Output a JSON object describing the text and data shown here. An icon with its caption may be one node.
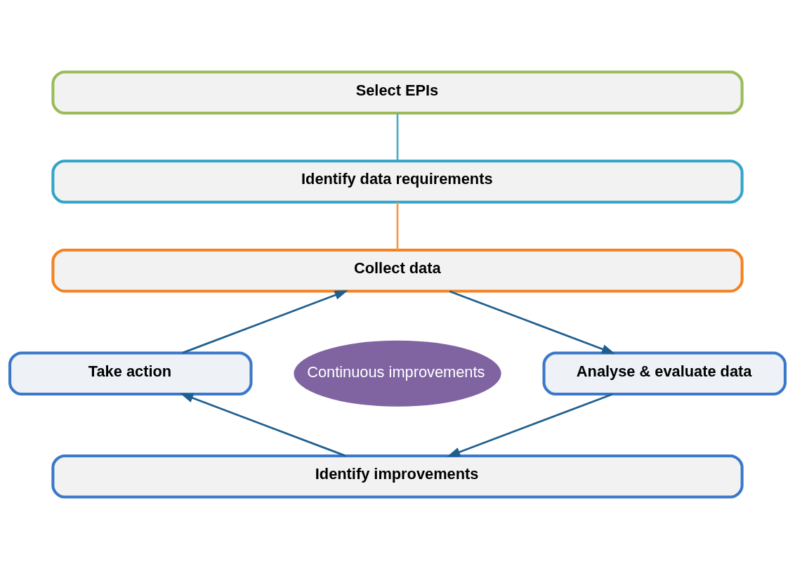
{
  "diagram": {
    "nodes": [
      {
        "text": [
          "Select EPIs"
        ]
      },
      {
        "text": [
          "Identify data requirements"
        ]
      },
      {
        "text": [
          "Collect data"
        ]
      },
      {
        "text": [
          "Take action"
        ]
      },
      {
        "text": [
          "Continuous improvements"
        ]
      },
      {
        "text": [
          "Analyse & evaluate data"
        ]
      },
      {
        "text": [
          "Identify improvements"
        ]
      }
    ],
    "edges": [
      {
        "from": 0,
        "to": 1,
        "arrow": "none",
        "color": "#4bacc6"
      },
      {
        "from": 1,
        "to": 2,
        "arrow": "none",
        "color": "#f79646"
      },
      {
        "from": 2,
        "to": 5,
        "arrow": "to"
      },
      {
        "from": 5,
        "to": 6,
        "arrow": "to"
      },
      {
        "from": 6,
        "to": 3,
        "arrow": "to"
      },
      {
        "from": 3,
        "to": 2,
        "arrow": "to"
      }
    ]
  }
}
